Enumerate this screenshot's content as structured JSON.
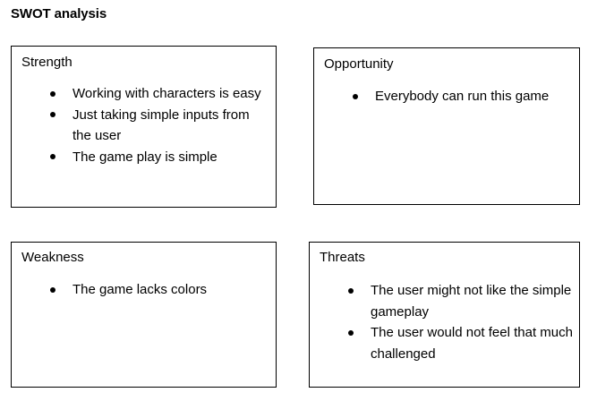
{
  "title": "SWOT analysis",
  "boxes": {
    "strength": {
      "heading": "Strength",
      "items": [
        "Working with characters is easy",
        "Just taking simple inputs from the user",
        "The game play is simple"
      ]
    },
    "opportunity": {
      "heading": "Opportunity",
      "items": [
        "Everybody can run this game"
      ]
    },
    "weakness": {
      "heading": "Weakness",
      "items": [
        "The game lacks colors"
      ]
    },
    "threats": {
      "heading": "Threats",
      "items": [
        "The user might not like the simple gameplay",
        "The user would not feel that much challenged"
      ]
    }
  }
}
